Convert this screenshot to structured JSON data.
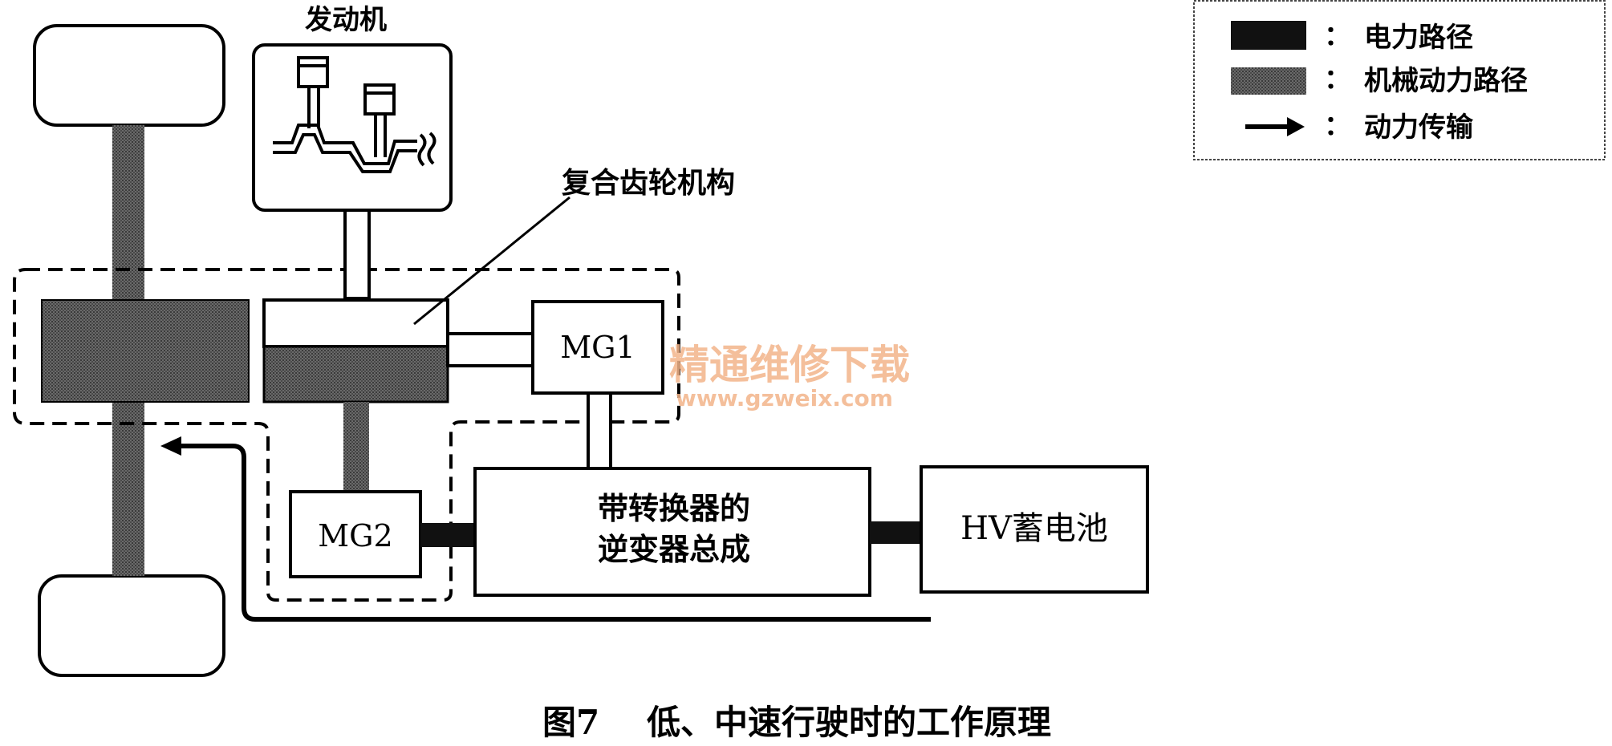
{
  "engine": {
    "label": "发动机"
  },
  "gear_mechanism": {
    "label": "复合齿轮机构"
  },
  "mg1": {
    "label": "MG1"
  },
  "mg2": {
    "label": "MG2"
  },
  "inverter": {
    "line1": "带转换器的",
    "line2": "逆变器总成"
  },
  "battery": {
    "label": "HV蓄电池"
  },
  "legend": {
    "items": [
      {
        "sep": "：",
        "label": "电力路径",
        "icon": "solid-black-bar"
      },
      {
        "sep": "：",
        "label": "机械动力路径",
        "icon": "hatched-gray-bar"
      },
      {
        "sep": "：",
        "label": "动力传输",
        "icon": "arrow"
      }
    ]
  },
  "watermark": {
    "line1": "精通维修下载",
    "line2": "www.gzweix.com"
  },
  "caption": {
    "number": "图7",
    "text": "低、中速行驶时的工作原理"
  },
  "colors": {
    "electric_path": "#111111",
    "mechanical_path": "#5a5a5a",
    "watermark": "#f2b48a"
  }
}
